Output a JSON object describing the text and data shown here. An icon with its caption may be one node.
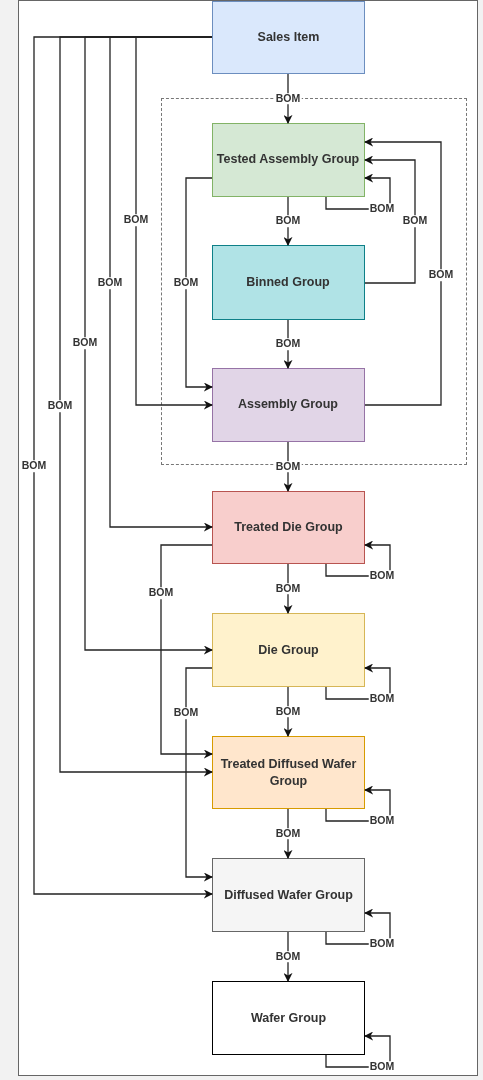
{
  "diagram": {
    "nodes": [
      {
        "text": [
          "Sales Item"
        ]
      },
      {
        "text": [],
        "shape": "box"
      },
      {
        "text": [
          "Tested Assembly Group"
        ],
        "in": 1
      },
      {
        "text": [
          "Binned Group"
        ],
        "in": 1
      },
      {
        "text": [
          "Assembly Group"
        ],
        "in": 1
      },
      {
        "text": [
          "Treated Die Group"
        ]
      },
      {
        "text": [
          "Die Group"
        ]
      },
      {
        "text": [
          "Treated Diffused Wafer Group"
        ]
      },
      {
        "text": [
          "Diffused Wafer Group"
        ]
      },
      {
        "text": [
          "Wafer Group"
        ]
      }
    ],
    "edges": [
      {
        "from": 0,
        "to": 2,
        "arrow": "to",
        "label": "BOM"
      },
      {
        "from": 2,
        "to": 3,
        "arrow": "to",
        "label": "BOM"
      },
      {
        "from": 3,
        "to": 4,
        "arrow": "to",
        "label": "BOM"
      },
      {
        "from": 4,
        "to": 5,
        "arrow": "to",
        "label": "BOM"
      },
      {
        "from": 5,
        "to": 6,
        "arrow": "to",
        "label": "BOM"
      },
      {
        "from": 6,
        "to": 7,
        "arrow": "to",
        "label": "BOM"
      },
      {
        "from": 7,
        "to": 8,
        "arrow": "to",
        "label": "BOM"
      },
      {
        "from": 8,
        "to": 9,
        "arrow": "to",
        "label": "BOM"
      },
      {
        "from": 2,
        "to": 2,
        "arrow": "to",
        "label": "BOM"
      },
      {
        "from": 5,
        "to": 5,
        "arrow": "to",
        "label": "BOM"
      },
      {
        "from": 6,
        "to": 6,
        "arrow": "to",
        "label": "BOM"
      },
      {
        "from": 7,
        "to": 7,
        "arrow": "to",
        "label": "BOM"
      },
      {
        "from": 8,
        "to": 8,
        "arrow": "to",
        "label": "BOM"
      },
      {
        "from": 9,
        "to": 9,
        "arrow": "to",
        "label": "BOM"
      },
      {
        "from": 3,
        "to": 2,
        "arrow": "to",
        "label": "BOM"
      },
      {
        "from": 4,
        "to": 2,
        "arrow": "to",
        "label": "BOM"
      },
      {
        "from": 2,
        "to": 4,
        "arrow": "to",
        "label": "BOM"
      },
      {
        "from": 0,
        "to": 4,
        "arrow": "to",
        "label": "BOM"
      },
      {
        "from": 0,
        "to": 5,
        "arrow": "to",
        "label": "BOM"
      },
      {
        "from": 0,
        "to": 6,
        "arrow": "to",
        "label": "BOM"
      },
      {
        "from": 0,
        "to": 7,
        "arrow": "to",
        "label": "BOM"
      },
      {
        "from": 0,
        "to": 8,
        "arrow": "to",
        "label": "BOM"
      },
      {
        "from": 5,
        "to": 7,
        "arrow": "to",
        "label": "BOM"
      },
      {
        "from": 6,
        "to": 8,
        "arrow": "to",
        "label": "BOM"
      }
    ]
  }
}
